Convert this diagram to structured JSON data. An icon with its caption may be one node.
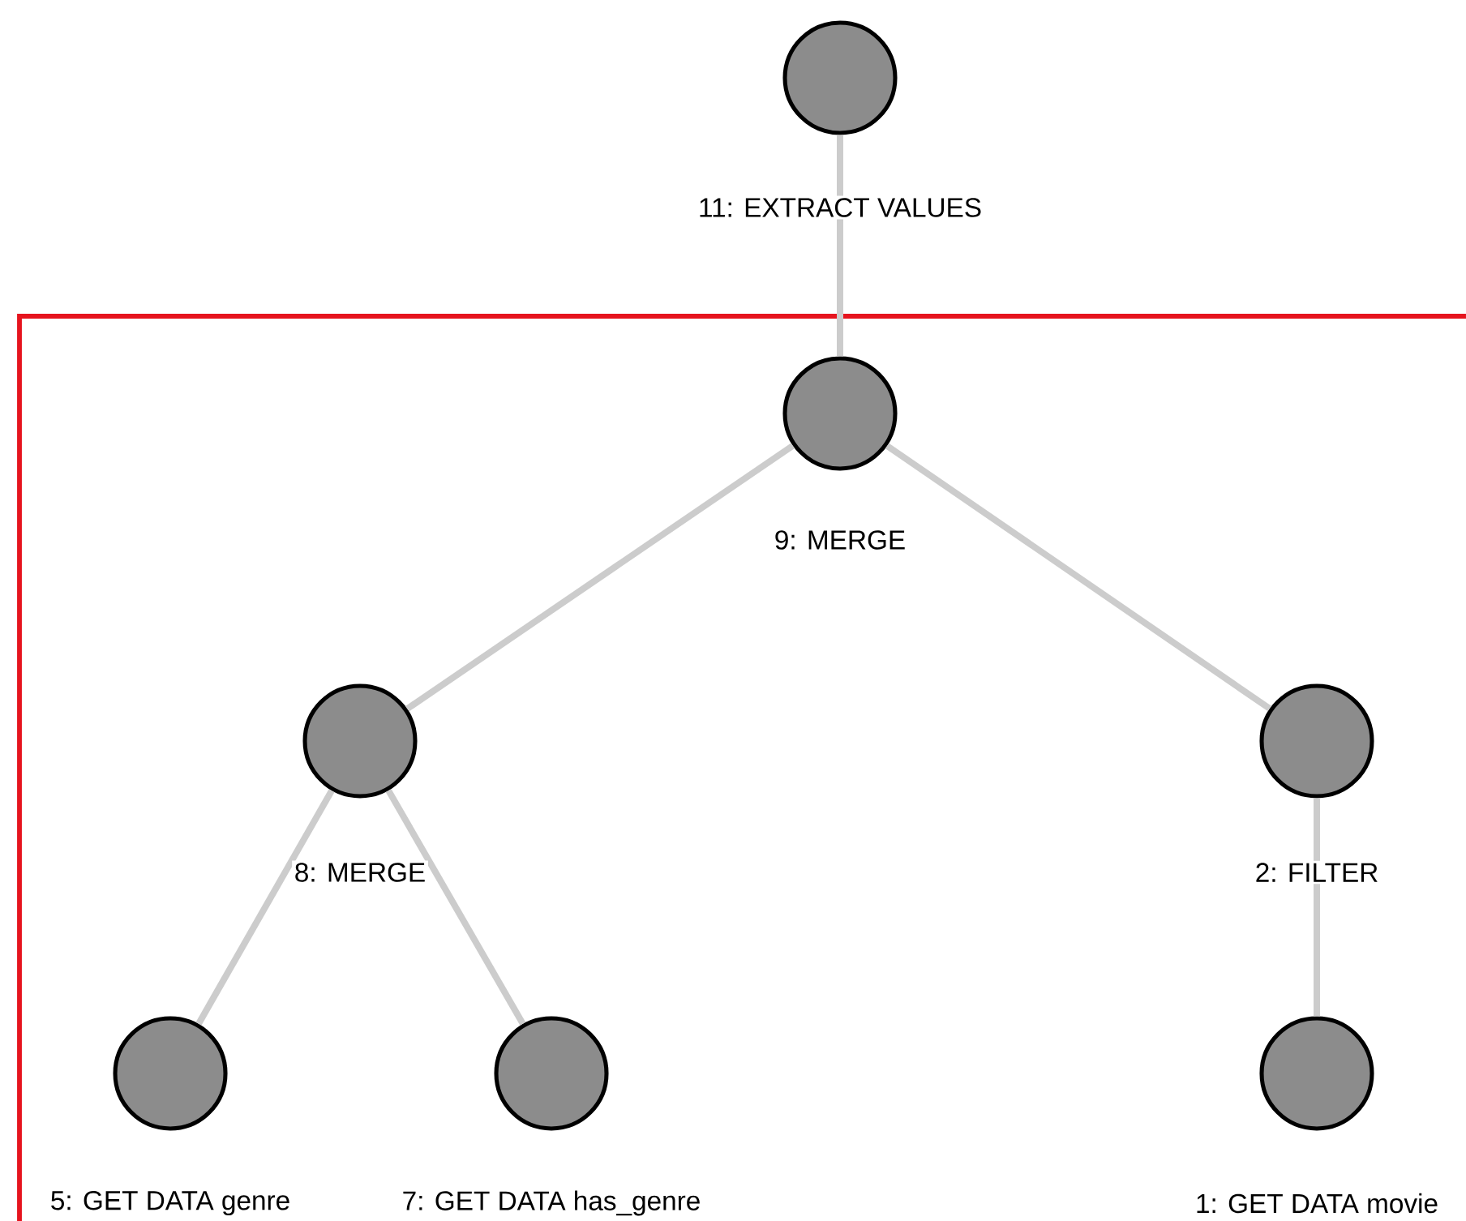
{
  "diagram": {
    "nodes": [
      {
        "text": [],
        "shape": "circle",
        "beside": [
          "11: EXTRACT VALUES"
        ]
      },
      {
        "text": [],
        "shape": "circle",
        "beside": [
          "9: MERGE"
        ]
      },
      {
        "text": [],
        "shape": "circle",
        "beside": [
          "8: MERGE"
        ]
      },
      {
        "text": [],
        "shape": "circle",
        "beside": [
          "2: FILTER"
        ]
      },
      {
        "text": [],
        "shape": "circle",
        "beside": [
          "5: GET DATA genre"
        ]
      },
      {
        "text": [],
        "shape": "circle",
        "beside": [
          "7: GET DATA has_genre"
        ]
      },
      {
        "text": [],
        "shape": "circle",
        "beside": [
          "1: GET DATA movie"
        ]
      }
    ],
    "edges": [
      {
        "from": 0,
        "to": 1,
        "arrow": "none"
      },
      {
        "from": 1,
        "to": 2,
        "arrow": "none"
      },
      {
        "from": 1,
        "to": 3,
        "arrow": "none"
      },
      {
        "from": 2,
        "to": 4,
        "arrow": "none"
      },
      {
        "from": 2,
        "to": 5,
        "arrow": "none"
      },
      {
        "from": 3,
        "to": 6,
        "arrow": "none"
      }
    ]
  }
}
